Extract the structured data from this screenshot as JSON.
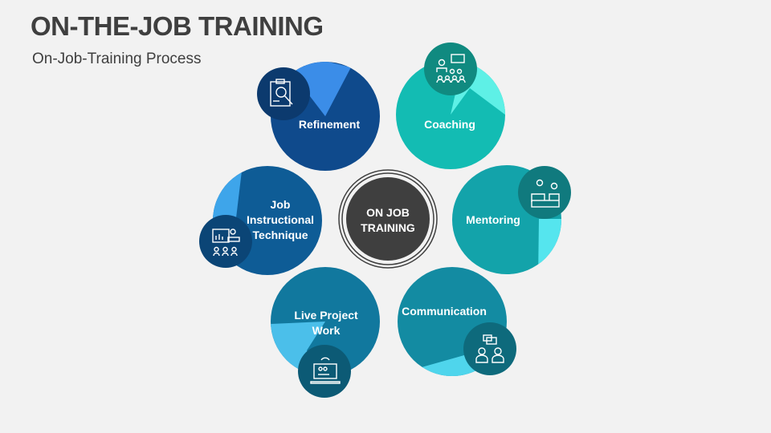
{
  "title": "ON-THE-JOB TRAINING",
  "subtitle": "On-Job-Training Process",
  "center": {
    "line1": "ON JOB",
    "line2": "TRAINING"
  },
  "steps": [
    {
      "label": "Refinement",
      "icon": "clipboard-search-icon",
      "color": "#0f4a8c",
      "accent": "#3b8de8",
      "icon_bg": "#0c3a6e"
    },
    {
      "label": "Coaching",
      "icon": "presenter-audience-icon",
      "color": "#13bcb3",
      "accent": "#5ef0e6",
      "icon_bg": "#108a80"
    },
    {
      "label_lines": [
        "Job",
        "Instructional",
        "Technique"
      ],
      "icon": "classroom-board-icon",
      "color": "#0e5c96",
      "accent": "#3ea5ea",
      "icon_bg": "#0b4576"
    },
    {
      "label": "Mentoring",
      "icon": "mentor-desk-icon",
      "color": "#13a3aa",
      "accent": "#55e5ee",
      "icon_bg": "#107a7e"
    },
    {
      "label_lines": [
        "Live Project",
        "Work"
      ],
      "icon": "laptop-video-call-icon",
      "color": "#11789e",
      "accent": "#4bbfea",
      "icon_bg": "#0c5a75"
    },
    {
      "label": "Communication",
      "icon": "people-chat-icon",
      "color": "#138ba2",
      "accent": "#4fd5ec",
      "icon_bg": "#0e6a7c"
    }
  ]
}
